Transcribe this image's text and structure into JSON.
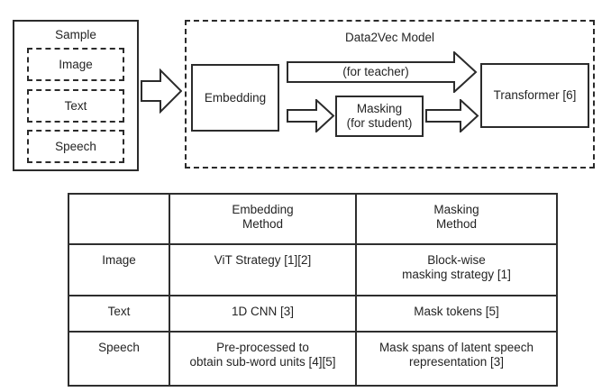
{
  "diagram": {
    "sample": {
      "title": "Sample",
      "items": [
        "Image",
        "Text",
        "Speech"
      ]
    },
    "model": {
      "title": "Data2Vec Model",
      "embedding_label": "Embedding",
      "teacher_arrow_label": "(for teacher)",
      "masking_label": "Masking",
      "masking_sublabel": "(for student)",
      "transformer_label": "Transformer [6]"
    }
  },
  "table": {
    "headers": [
      "",
      "Embedding\nMethod",
      "Masking\nMethod"
    ],
    "rows": [
      {
        "label": "Image",
        "embedding": "ViT Strategy [1][2]",
        "masking": "Block-wise\nmasking strategy [1]"
      },
      {
        "label": "Text",
        "embedding": "1D CNN [3]",
        "masking": "Mask tokens [5]"
      },
      {
        "label": "Speech",
        "embedding": "Pre-processed to\nobtain sub-word units [4][5]",
        "masking": "Mask spans of latent speech\nrepresentation [3]"
      }
    ]
  },
  "colors": {
    "line": "#2b2b2b",
    "background": "#ffffff"
  }
}
